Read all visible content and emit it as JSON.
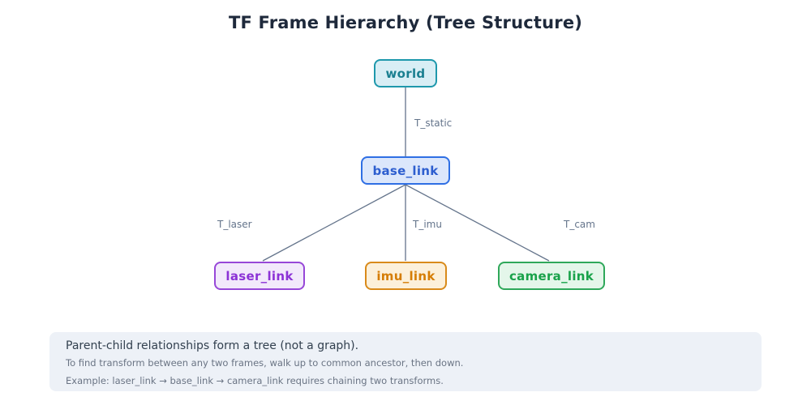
{
  "title": "TF Frame Hierarchy (Tree Structure)",
  "diagram": {
    "nodes": [
      {
        "id": "world",
        "label": "world",
        "bg": "#d8eef5",
        "border": "#1e98ac",
        "text": "#1a7f90"
      },
      {
        "id": "base_link",
        "label": "base_link",
        "bg": "#dce7fb",
        "border": "#2f6fe4",
        "text": "#2d5ecf"
      },
      {
        "id": "laser_link",
        "label": "laser_link",
        "bg": "#f2e9fb",
        "border": "#9747d8",
        "text": "#8c33d6"
      },
      {
        "id": "imu_link",
        "label": "imu_link",
        "bg": "#fcf0da",
        "border": "#d98a1a",
        "text": "#d57d05"
      },
      {
        "id": "camera_link",
        "label": "camera_link",
        "bg": "#e4f6ea",
        "border": "#2fa85a",
        "text": "#19a24a"
      }
    ],
    "edges": [
      {
        "from": "world",
        "to": "base_link",
        "label": "T_static"
      },
      {
        "from": "base_link",
        "to": "laser_link",
        "label": "T_laser"
      },
      {
        "from": "base_link",
        "to": "imu_link",
        "label": "T_imu"
      },
      {
        "from": "base_link",
        "to": "camera_link",
        "label": "T_cam"
      }
    ],
    "edge_color": "#64748b"
  },
  "note": {
    "heading": "Parent-child relationships form a tree (not a graph).",
    "line2": "To find transform between any two frames, walk up to common ancestor, then down.",
    "line3": "Example: laser_link → base_link → camera_link requires chaining two transforms."
  }
}
